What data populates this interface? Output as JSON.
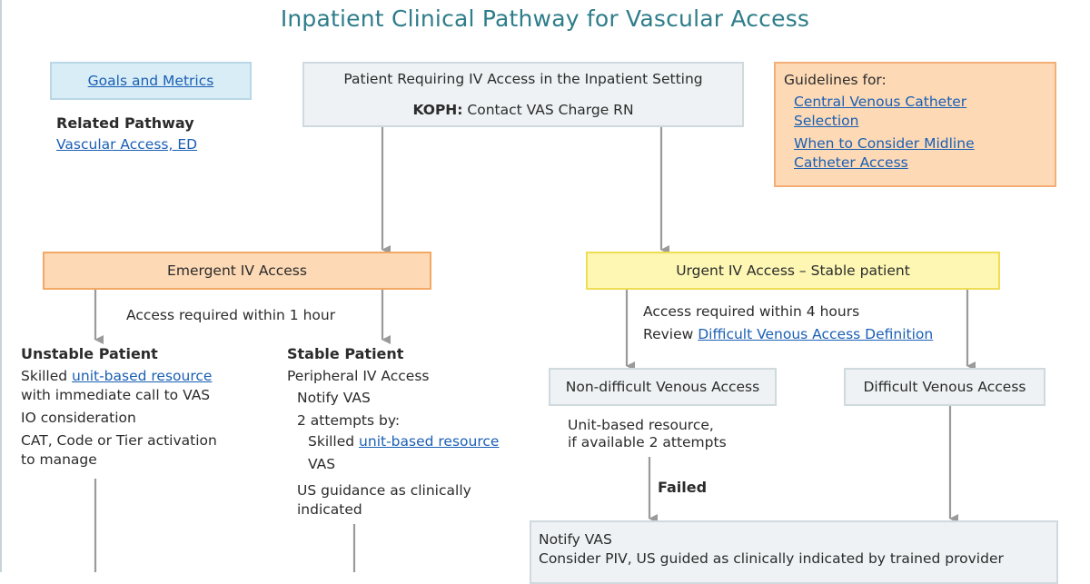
{
  "title": "Inpatient Clinical Pathway for Vascular Access",
  "goals": {
    "label": "Goals and Metrics"
  },
  "related": {
    "heading": "Related Pathway",
    "link": "Vascular Access, ED"
  },
  "patient": {
    "line1": "Patient Requiring IV Access in the Inpatient Setting",
    "bold": "KOPH:",
    "rest": " Contact VAS Charge RN"
  },
  "guidelines": {
    "heading": "Guidelines for:",
    "link1_a": "Central Venous Catheter",
    "link1_b": "Selection",
    "link2_a": "When to Consider Midline",
    "link2_b": "Catheter Access"
  },
  "emergent": {
    "label": "Emergent IV Access",
    "note": "Access required within 1 hour",
    "unstable": {
      "heading": "Unstable Patient",
      "line1_pre": "Skilled ",
      "line1_link": "unit-based resource",
      "line2": "with immediate call to VAS",
      "line3": "IO consideration",
      "line4": "CAT, Code or Tier activation",
      "line5": "to manage"
    },
    "stable": {
      "heading": "Stable Patient",
      "line1": "Peripheral IV Access",
      "line2": "Notify VAS",
      "line3": "2 attempts by:",
      "line4_pre": "Skilled ",
      "line4_link": "unit-based resource",
      "line5": "VAS",
      "line6": "US guidance as clinically",
      "line7": "indicated"
    }
  },
  "urgent": {
    "label": "Urgent IV Access – Stable patient",
    "note1": "Access required within 4 hours",
    "note2_pre": "Review ",
    "note2_link": "Difficult Venous Access Definition",
    "nondifficult": "Non-difficult Venous Access",
    "difficult": "Difficult Venous Access",
    "unit1": "Unit-based resource,",
    "unit2": "if available 2 attempts",
    "failed": "Failed",
    "notify1": "Notify VAS",
    "notify2": "Consider PIV, US guided as clinically indicated by trained provider"
  },
  "colors": {
    "title": "#2e7d8a",
    "link": "#1a5fb4",
    "arrow": "#9a9a9a",
    "orange_fill": "#fdd9b5",
    "yellow_fill": "#fdf7b3",
    "blue_fill": "#d9edf7",
    "gray_fill": "#eef2f4"
  }
}
